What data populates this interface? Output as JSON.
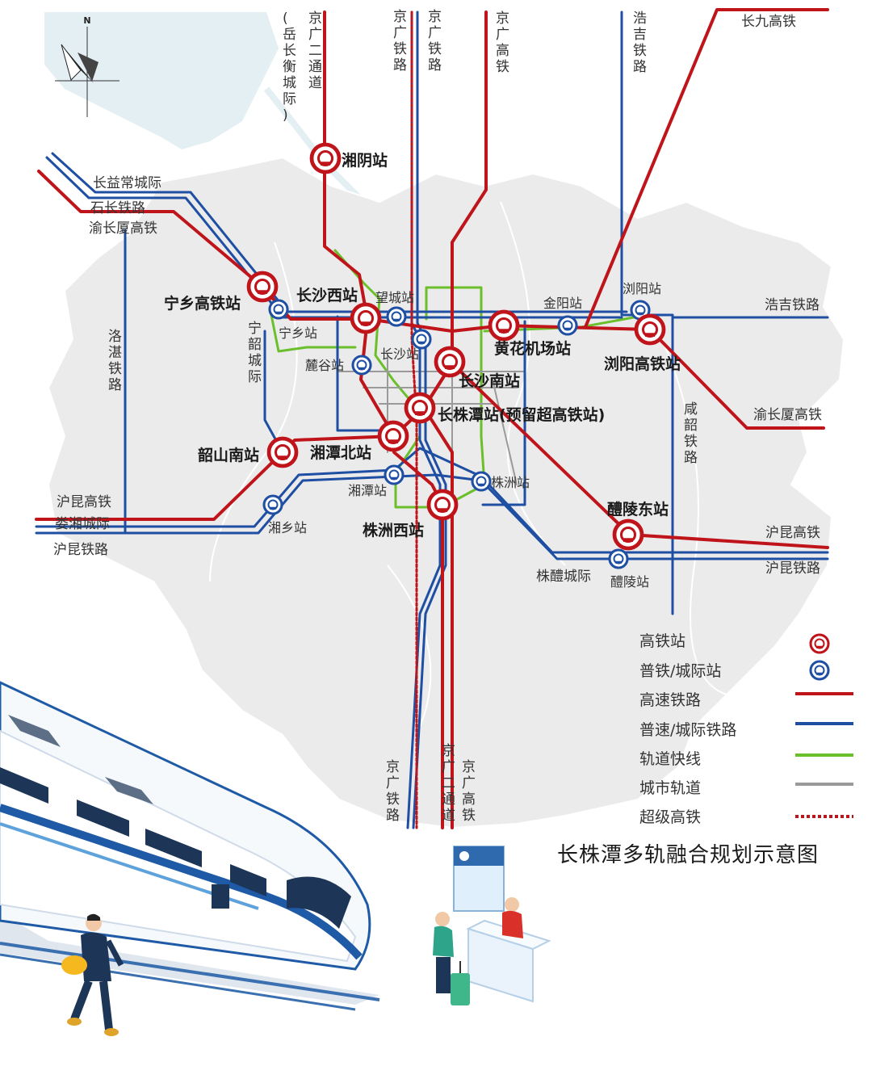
{
  "title": "长株潭多轨融合规划示意图",
  "compass": {
    "label": "N"
  },
  "colors": {
    "high_speed": "#c0141b",
    "regular": "#1f4fa3",
    "express": "#6abf2a",
    "urban": "#9a9a9a",
    "super": "#c0141b",
    "map_fill": "#ebebeb",
    "water": "#e3eff2"
  },
  "legend": [
    {
      "key": "high_speed_station",
      "label": "高铁站"
    },
    {
      "key": "regular_station",
      "label": "普铁/城际站"
    },
    {
      "key": "high_speed_line",
      "label": "高速铁路"
    },
    {
      "key": "regular_line",
      "label": "普速/城际铁路"
    },
    {
      "key": "express_line",
      "label": "轨道快线"
    },
    {
      "key": "urban_line",
      "label": "城市轨道"
    },
    {
      "key": "super_line",
      "label": "超级高铁"
    }
  ],
  "high_speed_stations": [
    {
      "label": "湘阴站"
    },
    {
      "label": "宁乡高铁站"
    },
    {
      "label": "长沙西站"
    },
    {
      "label": "长沙南站"
    },
    {
      "label": "黄花机场站"
    },
    {
      "label": "浏阳高铁站"
    },
    {
      "label": "长株潭站(预留超高铁站)"
    },
    {
      "label": "湘潭北站"
    },
    {
      "label": "韶山南站"
    },
    {
      "label": "株洲西站"
    },
    {
      "label": "醴陵东站"
    }
  ],
  "regular_stations": [
    {
      "label": "宁乡站"
    },
    {
      "label": "望城站"
    },
    {
      "label": "长沙站"
    },
    {
      "label": "麓谷站"
    },
    {
      "label": "金阳站"
    },
    {
      "label": "浏阳站"
    },
    {
      "label": "湘潭站"
    },
    {
      "label": "株洲站"
    },
    {
      "label": "湘乡站"
    },
    {
      "label": "醴陵站"
    }
  ],
  "line_labels": {
    "jg2_top": "京广二通道",
    "yuechangheng": "(岳长衡城际)",
    "jg_rail_top": "京广铁路",
    "jg_rail_top2": "京广铁路",
    "jg_hsr_top": "京广高铁",
    "haoji_v": "浩吉铁路",
    "changjiu": "长九高铁",
    "changyichang": "长益常城际",
    "shichang": "石长铁路",
    "yuchangxia_w": "渝长厦高铁",
    "luozhan": "洛湛铁路",
    "ningshao": "宁韶城际",
    "haoji_h": "浩吉铁路",
    "yuchangxia_e": "渝长厦高铁",
    "xianshao": "咸韶铁路",
    "hukun_hsr_w": "沪昆高铁",
    "louxiang": "娄湘城际",
    "hukun_rail_w": "沪昆铁路",
    "hukun_hsr_e": "沪昆高铁",
    "hukun_rail_e": "沪昆铁路",
    "zhuli": "株醴城际",
    "jg_rail_bottom": "京广铁路",
    "jg2_bottom": "京广二通道",
    "jg_hsr_bottom": "京广高铁"
  }
}
